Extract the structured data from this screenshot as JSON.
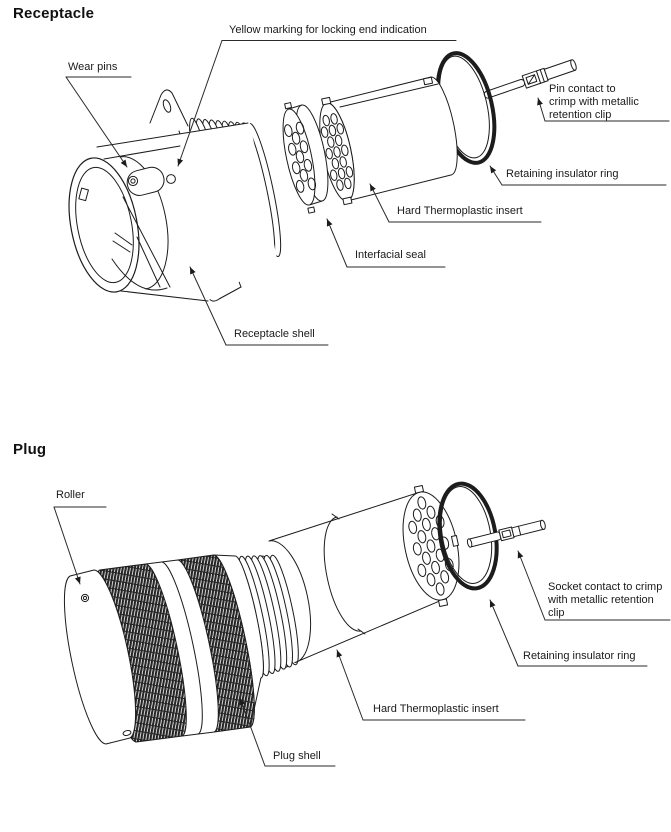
{
  "receptacle": {
    "heading": "Receptacle",
    "labels": {
      "yellow_marking": "Yellow marking for locking end indication",
      "wear_pins": "Wear pins",
      "pin_contact_lines": [
        "Pin contact to",
        "crimp with metallic",
        "retention clip"
      ],
      "retaining_ring": "Retaining insulator ring",
      "hard_insert": "Hard Thermoplastic insert",
      "interfacial_seal": "Interfacial seal",
      "shell": "Receptacle shell"
    }
  },
  "plug": {
    "heading": "Plug",
    "labels": {
      "roller": "Roller",
      "socket_contact_lines": [
        "Socket contact to crimp",
        "with metallic retention",
        "clip"
      ],
      "retaining_ring": "Retaining insulator ring",
      "hard_insert": "Hard Thermoplastic insert",
      "shell": "Plug shell"
    }
  },
  "colors": {
    "background": "#ffffff",
    "line": "#1c1c1c",
    "annotation": "#2a2a2a",
    "text": "#1a1a1a"
  }
}
